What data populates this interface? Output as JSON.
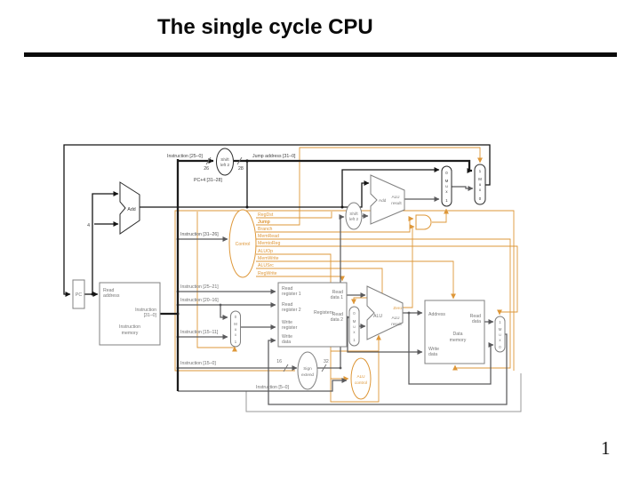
{
  "slide": {
    "title": "The single cycle CPU",
    "page_number": "1"
  },
  "colors": {
    "accent_orange": "#DE9738",
    "wire_gray": "#5a5a5c",
    "wire_black": "#151515",
    "label_gray": "#6e6e6e"
  },
  "diagram": {
    "labels": {
      "instr_25_0": "Instruction [25–0]",
      "jump_address": "Jump address [31–0]",
      "pc4_31_28": "PC+4 [31–28]",
      "instr_31_26": "Instruction [31–26]",
      "instr_25_21": "Instruction [25–21]",
      "instr_20_16": "Instruction [20–16]",
      "instr_15_11": "Instruction [15–11]",
      "instr_15_0": "Instruction [15–0]",
      "instr_5_0": "Instruction [5–0]",
      "n26": "26",
      "n28": "28",
      "n16": "16",
      "n32": "32",
      "n4": "4"
    },
    "shift_left_2": {
      "l1": "Shift",
      "l2": "left 2"
    },
    "sign_extend": {
      "l1": "Sign",
      "l2": "extend"
    },
    "alu_control": {
      "l1": "ALU",
      "l2": "control"
    },
    "control": {
      "label": "Control",
      "signals": [
        "RegDst",
        "Jump",
        "Branch",
        "MemRead",
        "MemtoReg",
        "ALUOp",
        "MemWrite",
        "ALUSrc",
        "RegWrite"
      ]
    },
    "adder": {
      "label": "Add",
      "result1": "ALU",
      "result2": "result"
    },
    "alu": {
      "label": "ALU",
      "zero": "Zero",
      "result1": "ALU",
      "result2": "result"
    },
    "pc": "PC",
    "instruction_memory": {
      "port1a": "Read",
      "port1b": "address",
      "out1a": "Instruction",
      "out1b": "[31–0]",
      "name1": "Instruction",
      "name2": "memory"
    },
    "registers": {
      "name": "Registers",
      "rr1a": "Read",
      "rr1b": "register 1",
      "rr2a": "Read",
      "rr2b": "register 2",
      "wra": "Write",
      "wrb": "register",
      "wda": "Write",
      "wdb": "data",
      "rd1a": "Read",
      "rd1b": "data 1",
      "rd2a": "Read",
      "rd2b": "data 2"
    },
    "data_memory": {
      "name1": "Data",
      "name2": "memory",
      "address": "Address",
      "rda": "Read",
      "rdb": "data",
      "wda": "Write",
      "wdb": "data"
    },
    "mux": {
      "m": "M",
      "u": "u",
      "x": "x",
      "zero": "0",
      "one": "1"
    }
  }
}
